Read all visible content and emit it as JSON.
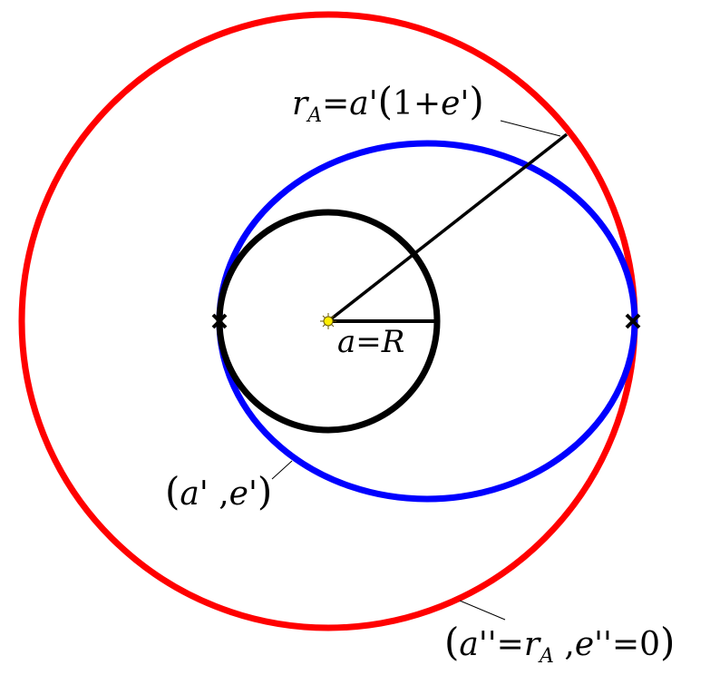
{
  "diagram": {
    "orbits": [
      {
        "name": "initial-circular-orbit",
        "color": "#000000"
      },
      {
        "name": "transfer-ellipse-orbit",
        "color": "#0000ff"
      },
      {
        "name": "final-circular-orbit",
        "color": "#ff0000"
      }
    ],
    "labels": {
      "radius_initial": {
        "a": "a",
        "eq": "=",
        "R": "R"
      },
      "apoapsis": {
        "r": "r",
        "sub_A": "A",
        "eq": "=",
        "a": "a",
        "prime": "'",
        "lparen": "(",
        "one_plus": "1+",
        "e": "e",
        "prime2": "'",
        "rparen": ")"
      },
      "transfer": {
        "lparen": "(",
        "a": "a",
        "prime": "'",
        "comma": " ,",
        "e": "e",
        "prime2": "'",
        "rparen": ")"
      },
      "final": {
        "lparen": "(",
        "a": "a",
        "primes": "''",
        "eq": "=",
        "r": "r",
        "sub_A": "A",
        "comma": " ,",
        "e": "e",
        "primes2": "''",
        "eq2": "=",
        "zero": "0",
        "rparen": ")"
      }
    },
    "markers": [
      "periapsis-burn-marker",
      "apoapsis-burn-marker"
    ],
    "central_body": {
      "name": "sun",
      "color": "#ffee00"
    }
  }
}
